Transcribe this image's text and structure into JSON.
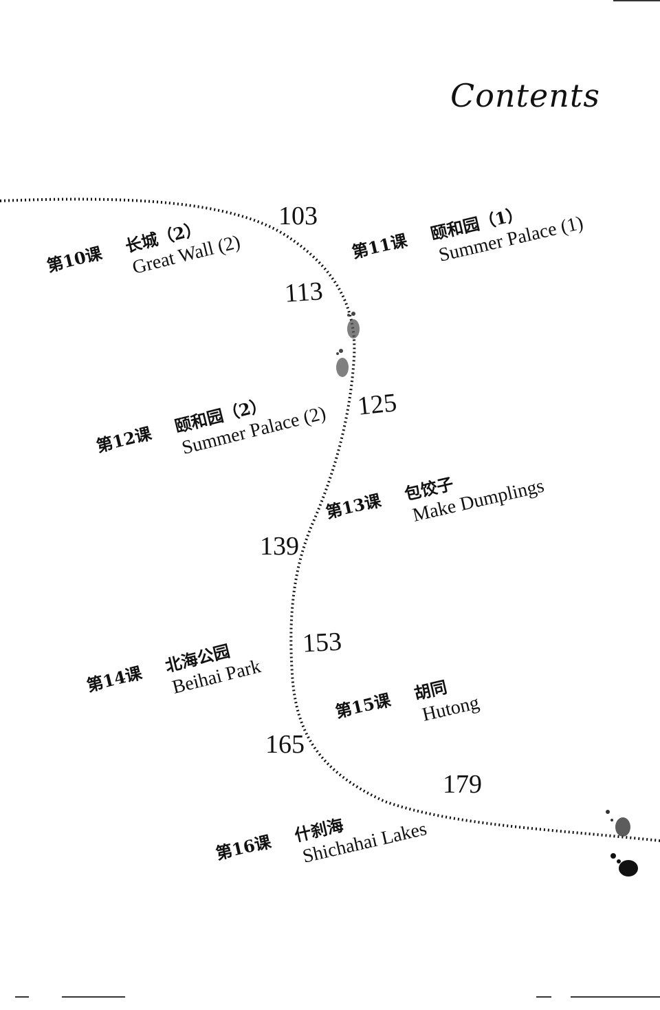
{
  "title": "Contents",
  "page_numbers": [
    "103",
    "113",
    "125",
    "139",
    "153",
    "165",
    "179"
  ],
  "lessons": [
    {
      "number": "第10课",
      "zh": "长城（2）",
      "en": "Great Wall (2)"
    },
    {
      "number": "第11课",
      "zh": "颐和园（1）",
      "en": "Summer Palace (1)"
    },
    {
      "number": "第12课",
      "zh": "颐和园（2）",
      "en": "Summer Palace (2)"
    },
    {
      "number": "第13课",
      "zh": "包饺子",
      "en": "Make Dumplings"
    },
    {
      "number": "第14课",
      "zh": "北海公园",
      "en": "Beihai Park"
    },
    {
      "number": "第15课",
      "zh": "胡同",
      "en": "Hutong"
    },
    {
      "number": "第16课",
      "zh": "什刹海",
      "en": "Shichahai Lakes"
    }
  ],
  "icons": [
    "footprint-icon"
  ]
}
